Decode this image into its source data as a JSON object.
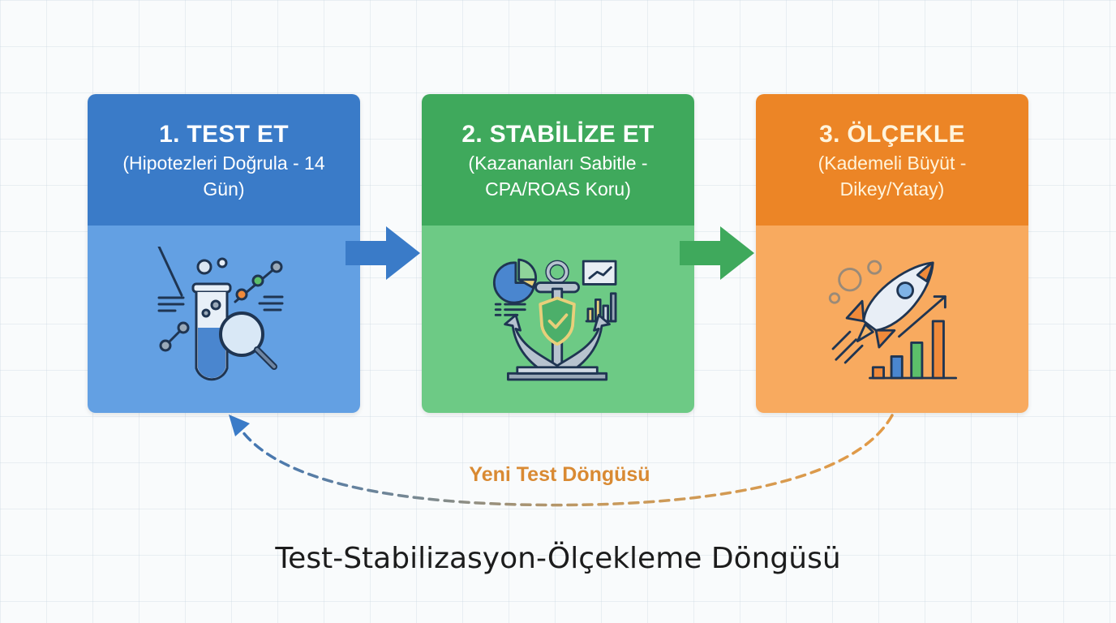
{
  "steps": [
    {
      "title": "1. TEST ET",
      "subtitle": "(Hipotezleri Doğrula - 14 Gün)",
      "icon": "test-tube-magnifier-icon",
      "header_color": "#3a7bc8",
      "body_color": "#63a0e3"
    },
    {
      "title": "2. STABİLİZE ET",
      "subtitle": "(Kazananları Sabitle - CPA/ROAS Koru)",
      "icon": "anchor-shield-icon",
      "header_color": "#3fa95c",
      "body_color": "#6dca85"
    },
    {
      "title": "3. ÖLÇEKLE",
      "subtitle": "(Kademeli Büyüt - Dikey/Yatay)",
      "icon": "rocket-growth-icon",
      "header_color": "#ec8526",
      "body_color": "#f8aa5f"
    }
  ],
  "arrows": [
    {
      "from": "1. TEST ET",
      "to": "2. STABİLİZE ET",
      "color": "#3a7bc8"
    },
    {
      "from": "2. STABİLİZE ET",
      "to": "3. ÖLÇEKLE",
      "color": "#3fa95c"
    }
  ],
  "loop": {
    "label": "Yeni Test Döngüsü",
    "from": "3. ÖLÇEKLE",
    "to": "1. TEST ET",
    "label_color": "#d98a33"
  },
  "footer": {
    "title": "Test-Stabilizasyon-Ölçekleme Döngüsü"
  }
}
